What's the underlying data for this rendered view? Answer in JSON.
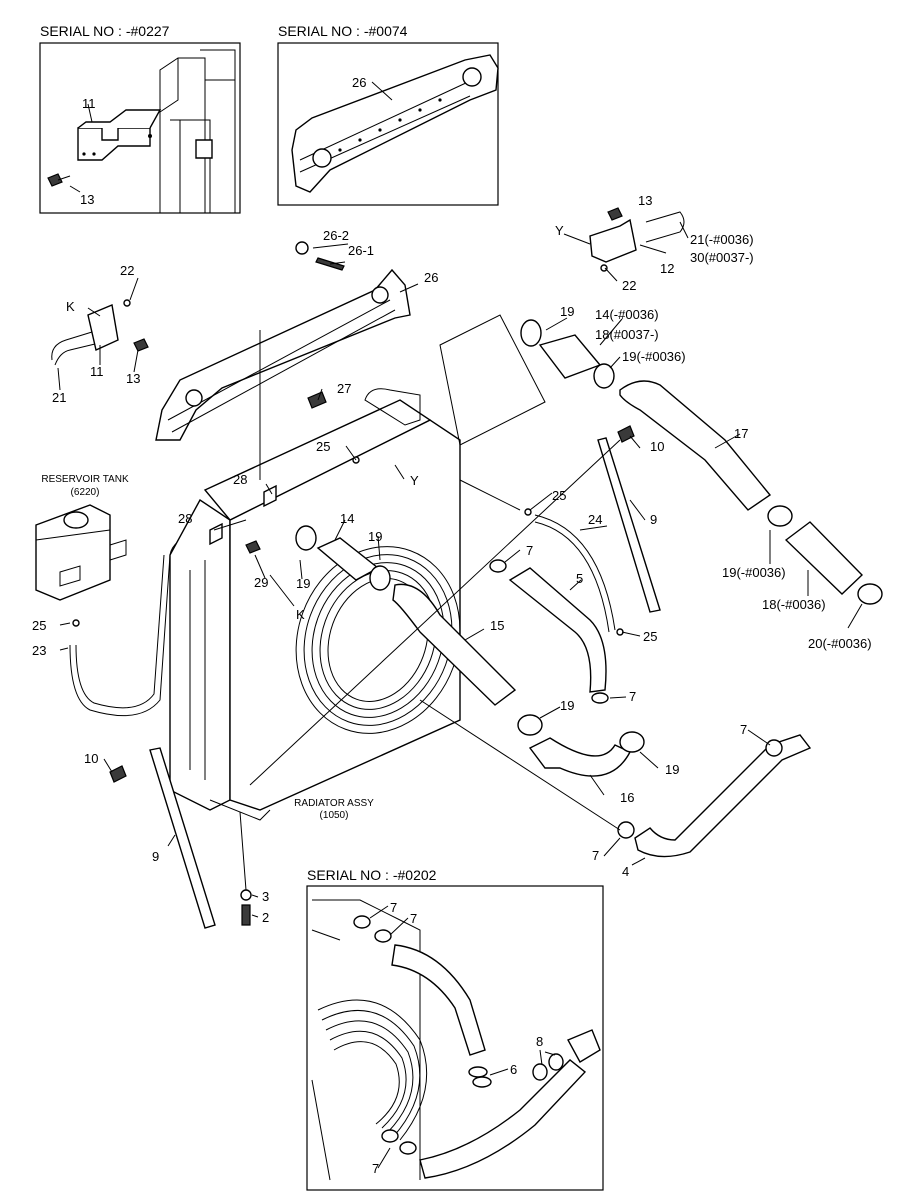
{
  "insets": {
    "top_left": {
      "serial": "SERIAL NO : -#0227"
    },
    "top_mid": {
      "serial": "SERIAL NO : -#0074"
    },
    "bottom": {
      "serial": "SERIAL NO : -#0202"
    }
  },
  "captions": {
    "reservoir_tank": "RESERVOIR TANK",
    "reservoir_code": "(6220)",
    "radiator_assy": "RADIATOR ASSY",
    "radiator_code": "(1050)"
  },
  "labels": [
    {
      "key": "l11a",
      "text": "11"
    },
    {
      "key": "l13a",
      "text": "13"
    },
    {
      "key": "l26a",
      "text": "26"
    },
    {
      "key": "l13b",
      "text": "13"
    },
    {
      "key": "lYa",
      "text": "Y"
    },
    {
      "key": "l21b",
      "text": "21(-#0036)"
    },
    {
      "key": "l30",
      "text": "30(#0037-)"
    },
    {
      "key": "l12",
      "text": "12"
    },
    {
      "key": "l22b",
      "text": "22"
    },
    {
      "key": "l262",
      "text": "26-2"
    },
    {
      "key": "l261",
      "text": "26-1"
    },
    {
      "key": "l26b",
      "text": "26"
    },
    {
      "key": "l22a",
      "text": "22"
    },
    {
      "key": "lKa",
      "text": "K"
    },
    {
      "key": "l11b",
      "text": "11"
    },
    {
      "key": "l13c",
      "text": "13"
    },
    {
      "key": "l21a",
      "text": "21"
    },
    {
      "key": "l19a",
      "text": "19"
    },
    {
      "key": "l14a",
      "text": "14(-#0036)"
    },
    {
      "key": "l18a",
      "text": "18(#0037-)"
    },
    {
      "key": "l19b",
      "text": "19(-#0036)"
    },
    {
      "key": "l27",
      "text": "27"
    },
    {
      "key": "l25a",
      "text": "25"
    },
    {
      "key": "l10a",
      "text": "10"
    },
    {
      "key": "l17",
      "text": "17"
    },
    {
      "key": "lYb",
      "text": "Y"
    },
    {
      "key": "l28a",
      "text": "28"
    },
    {
      "key": "l25b",
      "text": "25"
    },
    {
      "key": "l9a",
      "text": "9"
    },
    {
      "key": "l28b",
      "text": "28"
    },
    {
      "key": "l24",
      "text": "24"
    },
    {
      "key": "l14b",
      "text": "14"
    },
    {
      "key": "l19c",
      "text": "19"
    },
    {
      "key": "l7a",
      "text": "7"
    },
    {
      "key": "l29",
      "text": "29"
    },
    {
      "key": "l19d",
      "text": "19"
    },
    {
      "key": "lKb",
      "text": "K"
    },
    {
      "key": "l5",
      "text": "5"
    },
    {
      "key": "l19e",
      "text": "19(-#0036)"
    },
    {
      "key": "l18b",
      "text": "18(-#0036)"
    },
    {
      "key": "l25c",
      "text": "25"
    },
    {
      "key": "l15",
      "text": "15"
    },
    {
      "key": "l25d",
      "text": "25"
    },
    {
      "key": "l20",
      "text": "20(-#0036)"
    },
    {
      "key": "l23",
      "text": "23"
    },
    {
      "key": "l7b",
      "text": "7"
    },
    {
      "key": "l19f",
      "text": "19"
    },
    {
      "key": "l7c",
      "text": "7"
    },
    {
      "key": "l19g",
      "text": "19"
    },
    {
      "key": "l10b",
      "text": "10"
    },
    {
      "key": "l16",
      "text": "16"
    },
    {
      "key": "l9b",
      "text": "9"
    },
    {
      "key": "l7d",
      "text": "7"
    },
    {
      "key": "l4",
      "text": "4"
    },
    {
      "key": "l3",
      "text": "3"
    },
    {
      "key": "l2",
      "text": "2"
    },
    {
      "key": "l7e",
      "text": "7"
    },
    {
      "key": "l7f",
      "text": "7"
    },
    {
      "key": "l8",
      "text": "8"
    },
    {
      "key": "l6",
      "text": "6"
    },
    {
      "key": "l7g",
      "text": "7"
    }
  ]
}
